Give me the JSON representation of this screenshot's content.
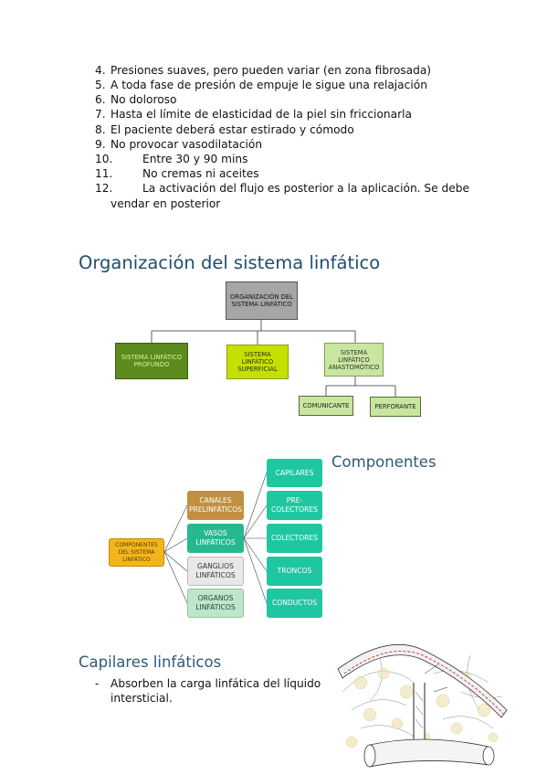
{
  "list_items": [
    {
      "num": "4.",
      "text": "Presiones suaves, pero pueden variar (en zona fibrosada)"
    },
    {
      "num": "5.",
      "text": "A toda fase de presión de empuje le sigue una relajación"
    },
    {
      "num": "6.",
      "text": "No doloroso"
    },
    {
      "num": "7.",
      "text": "Hasta el límite de elasticidad de la piel sin friccionarla"
    },
    {
      "num": "8.",
      "text": "El paciente deberá estar estirado y cómodo"
    },
    {
      "num": "9.",
      "text": "No provocar vasodilatación"
    },
    {
      "num": "10.",
      "text": "Entre 30 y 90 mins"
    },
    {
      "num": "11.",
      "text": "No cremas ni aceites"
    },
    {
      "num": "12.",
      "text": "La activación del flujo es posterior a la aplicación. Se debe",
      "cont": "vendar en posterior"
    }
  ],
  "section1": {
    "heading": "Organización del sistema linfático",
    "diagram": {
      "root": "ORGANIZACIÓN DEL SISTEMA LINFÁTICO",
      "children": [
        "SISTEMA LINFÁTICO PROFUNDO",
        "SISTEMA LINFÁTICO SUPERFICIAL",
        "SISTEMA LINFÁTICO ANASTOMÓTICO"
      ],
      "grandchildren": [
        "COMUNICANTE",
        "PERFORANTE"
      ],
      "colors": {
        "root": "#a6a6a6",
        "profundo": "#5c8a1c",
        "superficial": "#c4e000",
        "anastomotico": "#c8e6a0"
      }
    }
  },
  "section2": {
    "heading": "Componentes",
    "diagram": {
      "root": "COMPONENTES DEL SISTEMA LINFÁTICO",
      "middle": [
        "CANALES PRELINFÁTICOS",
        "VASOS LINFÁTICOS",
        "GANGLIOS LINFÁTICOS",
        "ORGANOS LINFÁTICOS"
      ],
      "right": [
        "CAPILARES",
        "PRE-COLECTORES",
        "COLECTORES",
        "TRONCOS",
        "CONDUCTOS"
      ],
      "colors": {
        "root": "#f2b61c",
        "canales": "#c09040",
        "vasos": "#26b88f",
        "ganglios": "#e8e8e8",
        "organos": "#bfe6c9",
        "right": "#1ec7a0"
      }
    }
  },
  "section3": {
    "heading": "Capilares linfáticos",
    "bullet_marker": "-",
    "bullet_line1": "Absorben la carga linfática del líquido",
    "bullet_line2": "intersticial."
  }
}
